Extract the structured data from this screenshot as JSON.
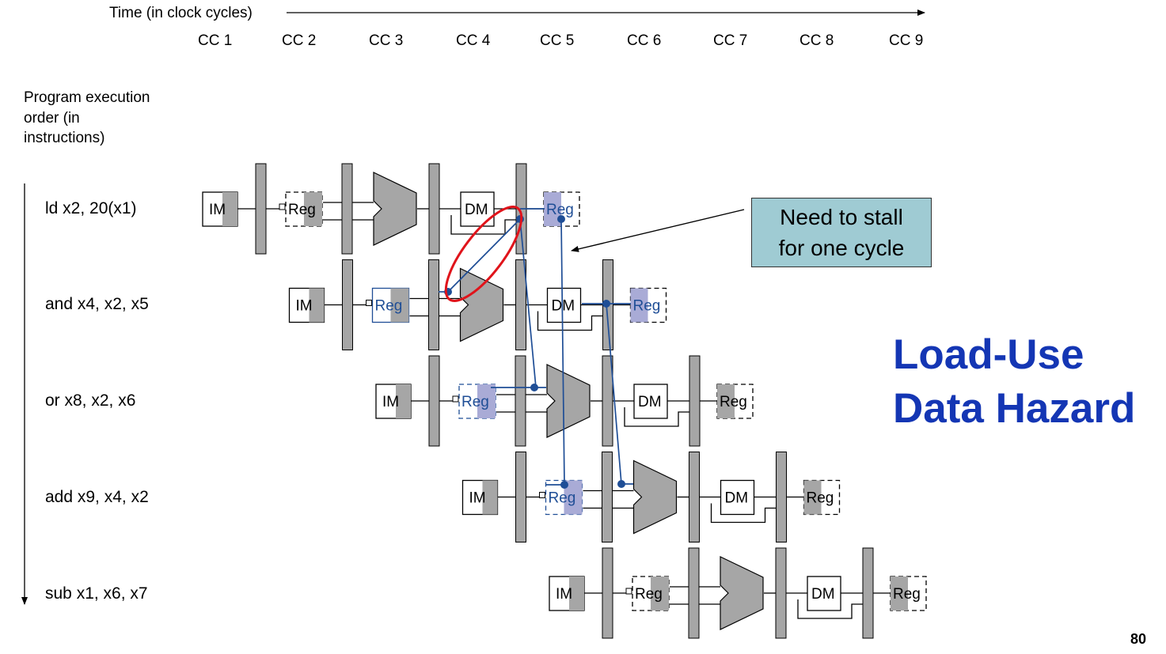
{
  "time_axis": {
    "label": "Time (in clock cycles)"
  },
  "clock_cycles": [
    "CC 1",
    "CC 2",
    "CC 3",
    "CC 4",
    "CC 5",
    "CC 6",
    "CC 7",
    "CC 8",
    "CC 9"
  ],
  "order_axis": {
    "label": "Program execution order (in instructions)"
  },
  "instructions": [
    "ld x2, 20(x1)",
    "and x4, x2, x5",
    "or x8, x2, x6",
    "add x9, x4, x2",
    "sub x1, x6, x7"
  ],
  "stage_labels": {
    "im": "IM",
    "reg": "Reg",
    "dm": "DM"
  },
  "callout": {
    "line1": "Need to stall",
    "line2": "for one cycle"
  },
  "title": {
    "line1": "Load-Use",
    "line2": "Data Hazard"
  },
  "page_number": "80",
  "colors": {
    "stage_gray": "#a6a6a6",
    "forward_blue": "#1f4e96",
    "highlight_reg": "#a9abd6",
    "stall_ellipse": "#e0141b",
    "callout_fill": "#9fcbd3",
    "title_blue": "#1436b4"
  }
}
